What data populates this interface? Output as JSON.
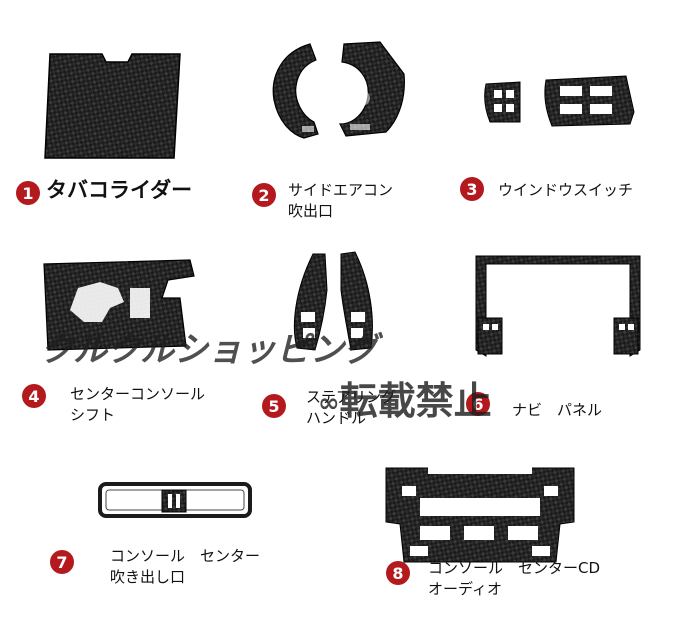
{
  "items": [
    {
      "number": "1",
      "lines": [
        "タバコライダー"
      ]
    },
    {
      "number": "2",
      "lines": [
        "サイドエアコン",
        "吹出口"
      ]
    },
    {
      "number": "3",
      "lines": [
        "ウインドウスイッチ"
      ]
    },
    {
      "number": "4",
      "lines": [
        "センターコンソール",
        "シフト"
      ]
    },
    {
      "number": "5",
      "lines": [
        "ステアリング",
        "ハンドル"
      ]
    },
    {
      "number": "6",
      "lines": [
        "ナビ　パネル"
      ]
    },
    {
      "number": "7",
      "lines": [
        "コンソール　センター",
        "吹き出し口"
      ]
    },
    {
      "number": "8",
      "lines": [
        "コンソール　センターCD",
        "オーディオ"
      ]
    }
  ],
  "watermark": {
    "shop": "クルクルショッピング",
    "notice": "転載禁止"
  },
  "colors": {
    "badge": "#b3191d",
    "carbon": "#1a1a1a"
  }
}
